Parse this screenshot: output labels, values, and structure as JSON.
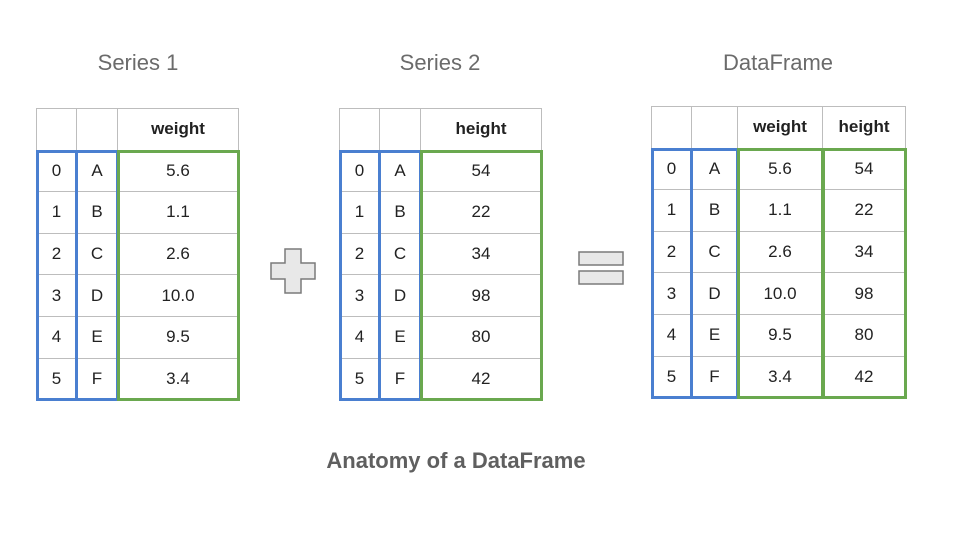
{
  "titles": {
    "series1": "Series 1",
    "series2": "Series 2",
    "dataframe": "DataFrame"
  },
  "index": [
    "0",
    "1",
    "2",
    "3",
    "4",
    "5"
  ],
  "labels": [
    "A",
    "B",
    "C",
    "D",
    "E",
    "F"
  ],
  "series1": {
    "header": "weight",
    "values": [
      "5.6",
      "1.1",
      "2.6",
      "10.0",
      "9.5",
      "3.4"
    ]
  },
  "series2": {
    "header": "height",
    "values": [
      "54",
      "22",
      "34",
      "98",
      "80",
      "42"
    ]
  },
  "dataframe": {
    "headers": [
      "weight",
      "height"
    ],
    "columns": [
      [
        "5.6",
        "1.1",
        "2.6",
        "10.0",
        "9.5",
        "3.4"
      ],
      [
        "54",
        "22",
        "34",
        "98",
        "80",
        "42"
      ]
    ]
  },
  "caption": "Anatomy of a DataFrame",
  "colors": {
    "index_frame": "#4a7fd0",
    "data_frame": "#6aa84f",
    "operator": "#e8e8e8"
  }
}
